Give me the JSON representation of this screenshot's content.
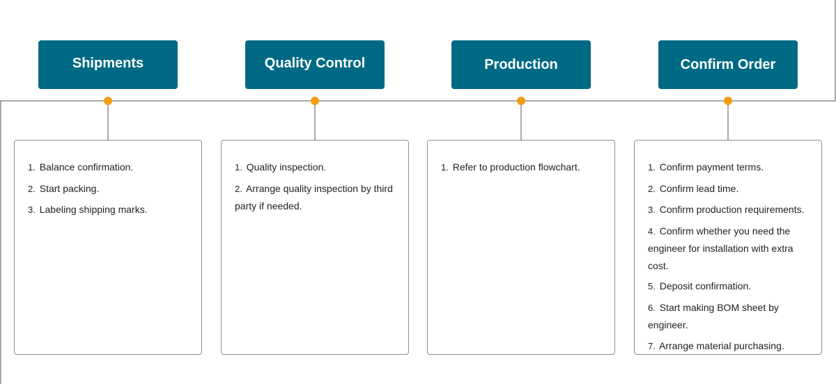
{
  "colors": {
    "header_bg": "#006a84",
    "header_text": "#ffffff",
    "milestone_dot": "#f39c12",
    "timeline_line": "#8c8c8c",
    "card_border": "#8c8c8c"
  },
  "stages": [
    {
      "title": "Shipments",
      "steps": [
        {
          "num": "1.",
          "text": "Balance confirmation."
        },
        {
          "num": "2.",
          "text": "Start packing."
        },
        {
          "num": "3.",
          "text": "Labeling shipping marks."
        }
      ]
    },
    {
      "title": "Quality Control",
      "steps": [
        {
          "num": "1.",
          "text": "Quality inspection."
        },
        {
          "num": "2.",
          "text": "Arrange quality inspection by third party if needed."
        }
      ]
    },
    {
      "title": "Production",
      "steps": [
        {
          "num": "1.",
          "text": "Refer to production flowchart."
        }
      ]
    },
    {
      "title": "Confirm Order",
      "steps": [
        {
          "num": "1.",
          "text": "Confirm payment terms."
        },
        {
          "num": "2.",
          "text": "Confirm lead time."
        },
        {
          "num": "3.",
          "text": "Confirm production requirements."
        },
        {
          "num": "4.",
          "text": "Confirm whether you need the engineer for installation with extra cost."
        },
        {
          "num": "5.",
          "text": "Deposit confirmation."
        },
        {
          "num": "6.",
          "text": "Start making BOM sheet by engineer."
        },
        {
          "num": "7.",
          "text": "Arrange material purchasing."
        }
      ]
    }
  ]
}
